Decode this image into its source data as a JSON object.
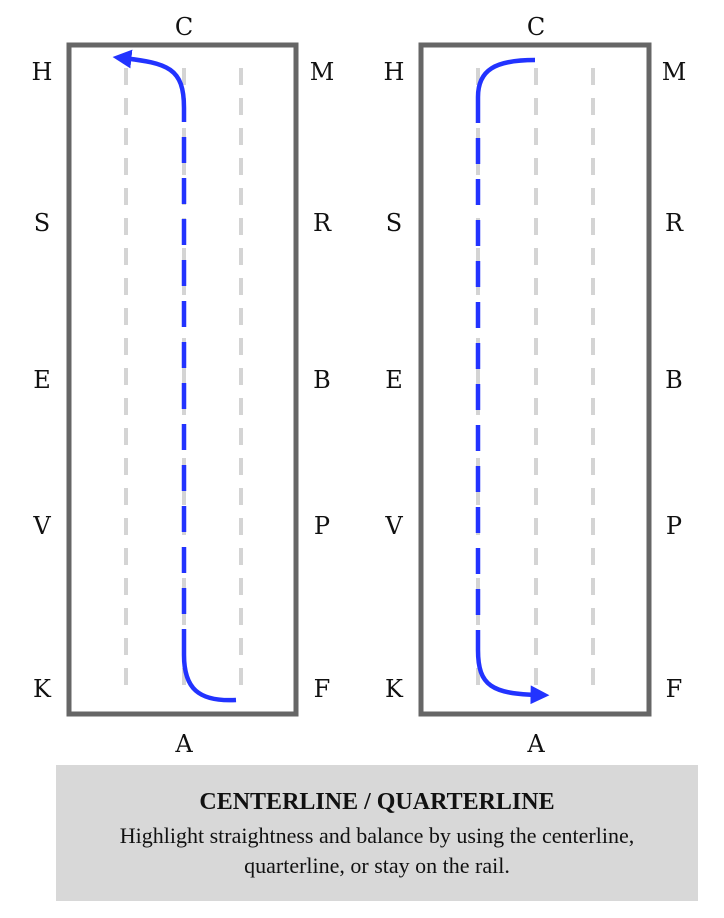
{
  "arenas": [
    {
      "top_letter": "C",
      "bottom_letter": "A",
      "left_letters": [
        "H",
        "S",
        "E",
        "V",
        "K"
      ],
      "right_letters": [
        "M",
        "R",
        "B",
        "P",
        "F"
      ],
      "path_description_color": "#2233ff"
    },
    {
      "top_letter": "C",
      "bottom_letter": "A",
      "left_letters": [
        "H",
        "S",
        "E",
        "V",
        "K"
      ],
      "right_letters": [
        "M",
        "R",
        "B",
        "P",
        "F"
      ],
      "path_description_color": "#2233ff"
    }
  ],
  "caption": {
    "title": "CENTERLINE / QUARTERLINE",
    "body": "Highlight straightness and balance by using the centerline, quarterline, or stay on the rail."
  },
  "colors": {
    "arena_border": "#666666",
    "guide_line": "#d4d4d4",
    "path": "#2233ff",
    "caption_bg": "#d8d8d8"
  }
}
